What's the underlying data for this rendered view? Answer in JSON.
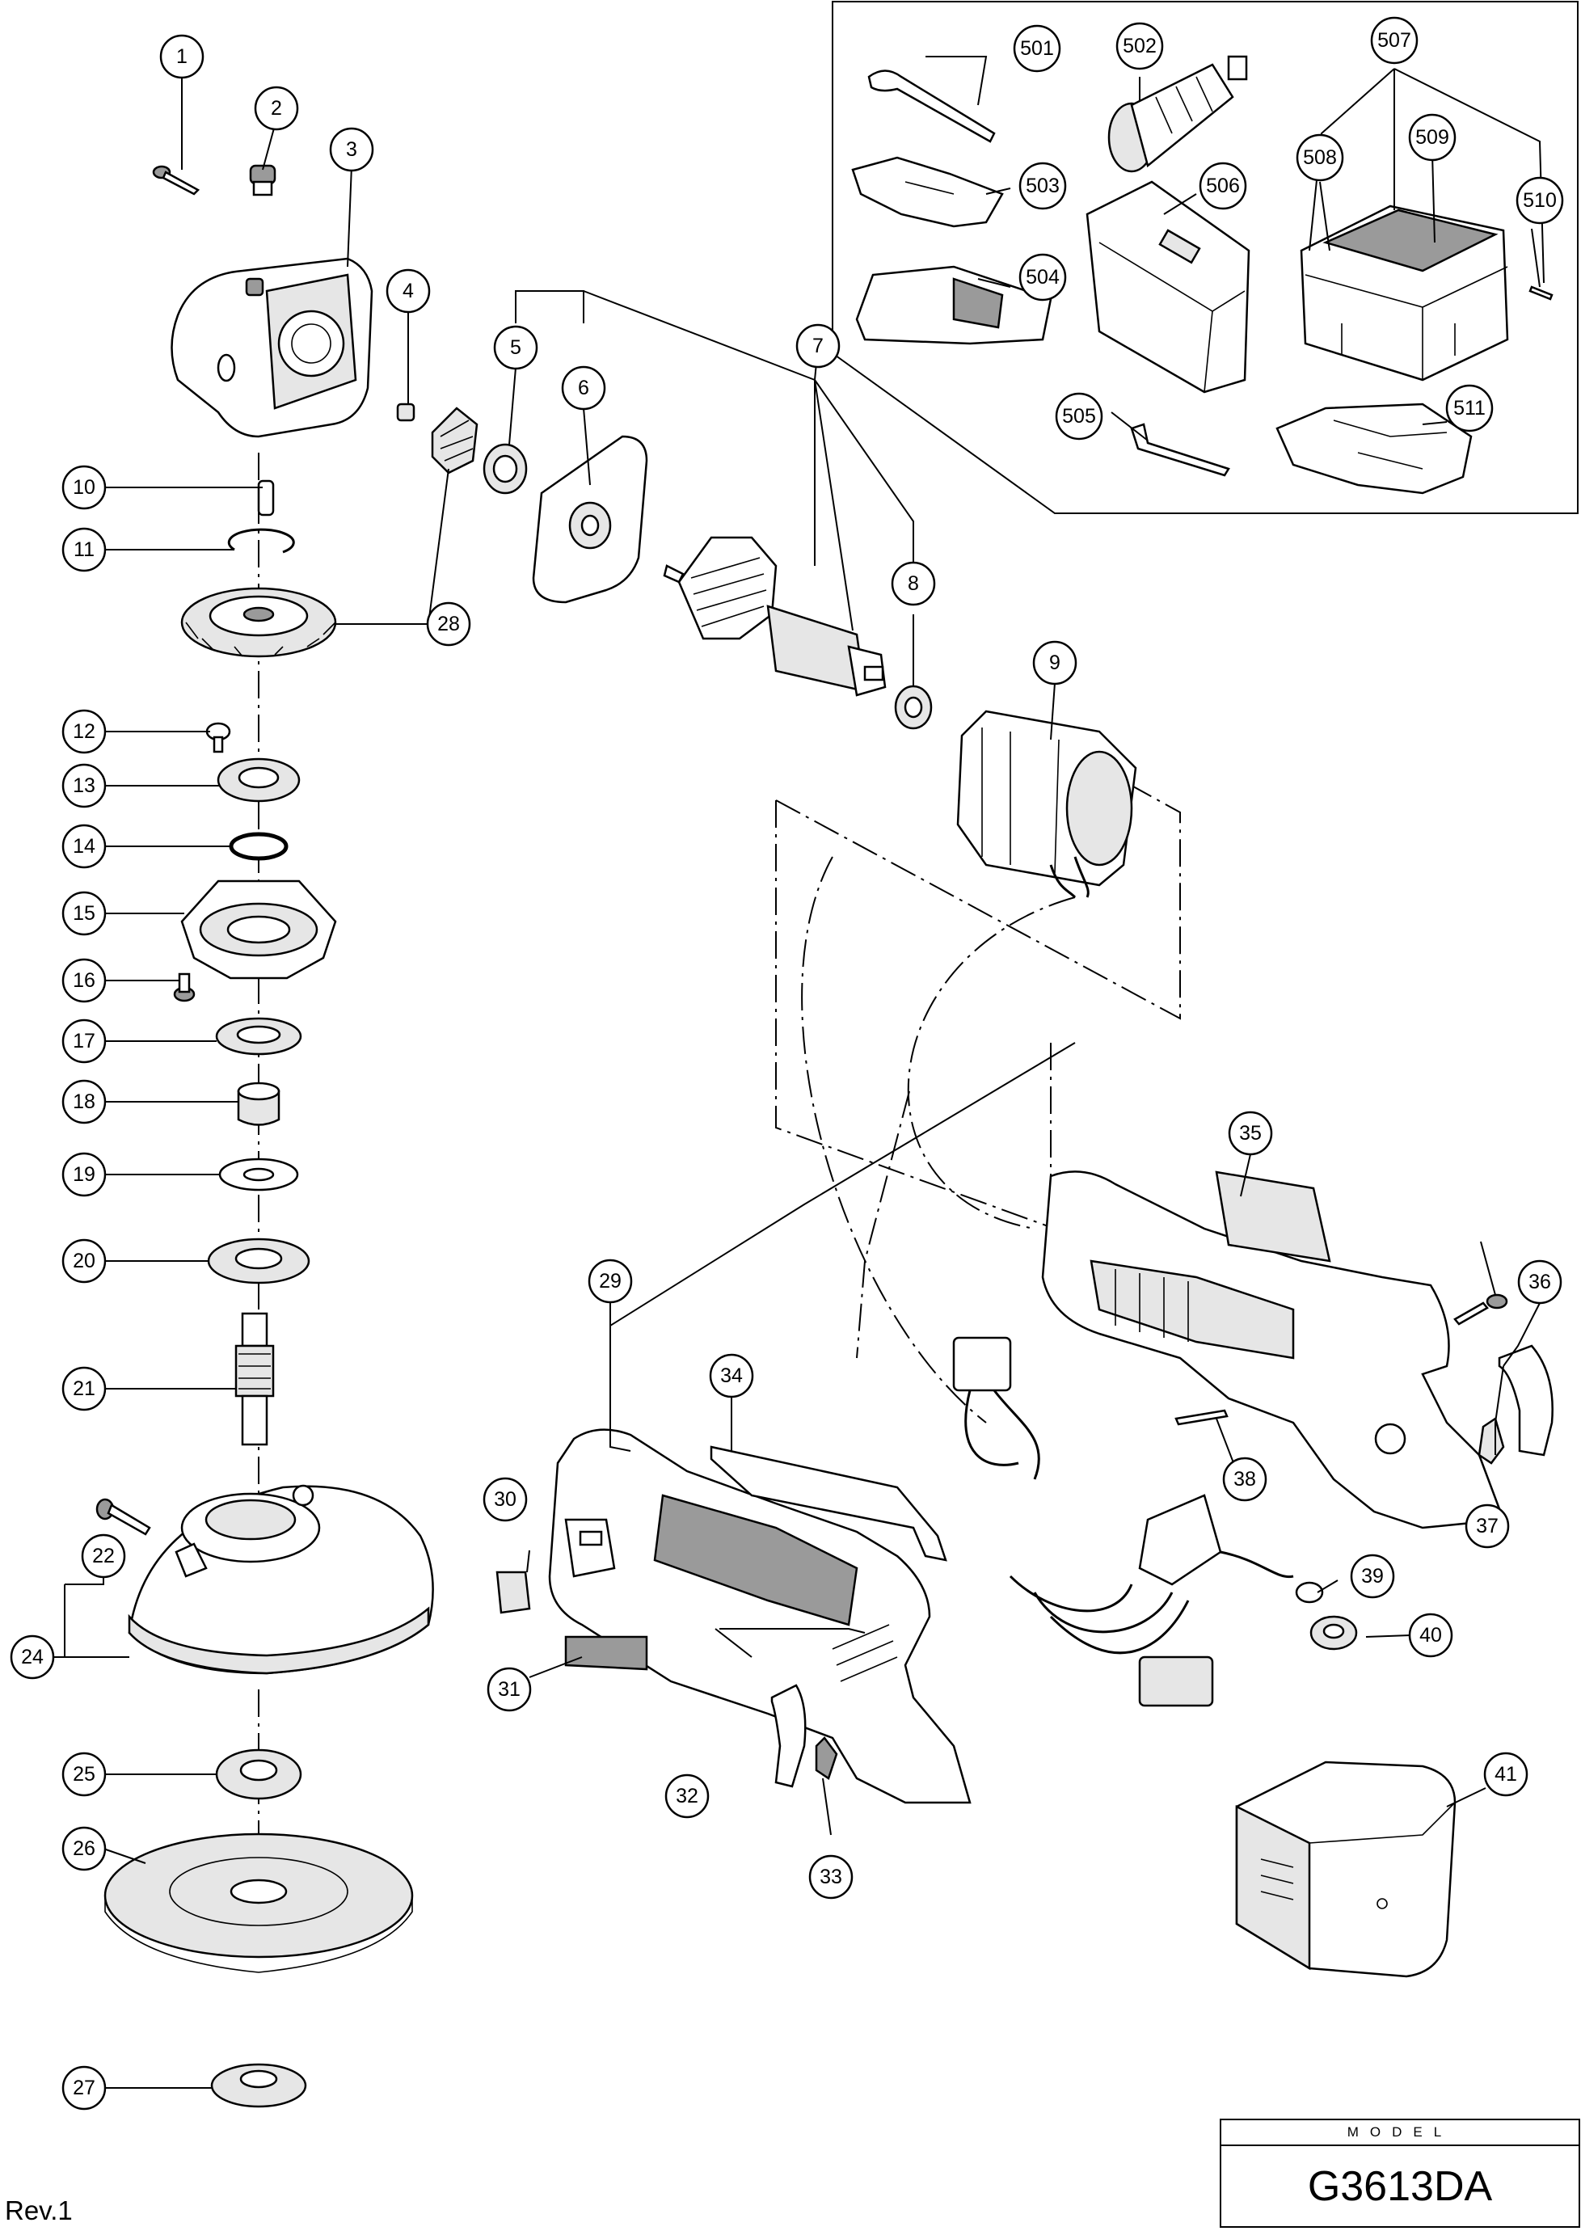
{
  "model": {
    "label": "MODEL",
    "name": "G3613DA"
  },
  "revision": "Rev.1",
  "callouts": [
    "1",
    "2",
    "3",
    "4",
    "5",
    "6",
    "7",
    "8",
    "9",
    "10",
    "11",
    "12",
    "13",
    "14",
    "15",
    "16",
    "17",
    "18",
    "19",
    "20",
    "21",
    "22",
    "24",
    "25",
    "26",
    "27",
    "28",
    "29",
    "30",
    "31",
    "32",
    "33",
    "34",
    "35",
    "36",
    "37",
    "38",
    "39",
    "40",
    "41",
    "501",
    "502",
    "503",
    "504",
    "505",
    "506",
    "507",
    "508",
    "509",
    "510",
    "511"
  ]
}
